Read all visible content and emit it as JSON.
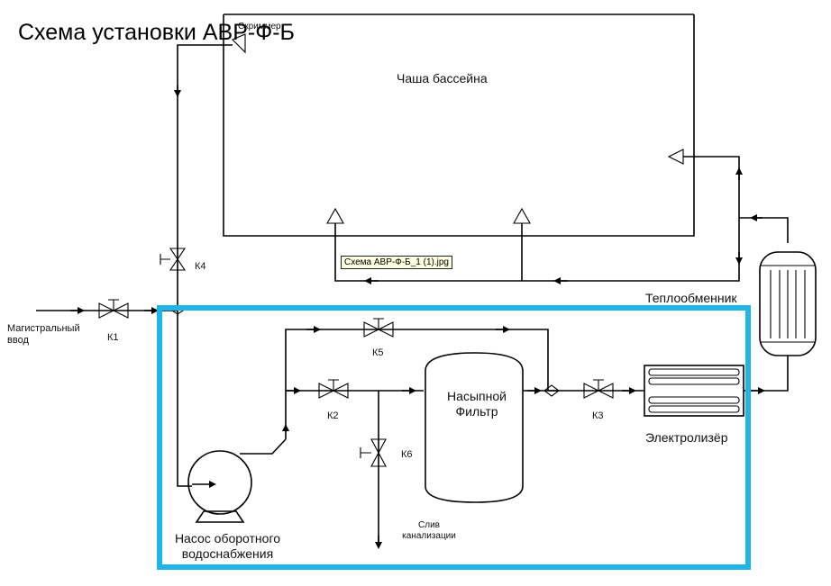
{
  "title": "Схема установки АВР-Ф-Б",
  "labels": {
    "skimmer": "Скриммер",
    "pool": "Чаша бассейна",
    "heat_exchanger": "Теплообменник",
    "main_input": "Магистральный ввод",
    "k1": "К1",
    "k2": "К2",
    "k3": "К3",
    "k4": "К4",
    "k5": "К5",
    "k6": "К6",
    "filter": "Насыпной Фильтр",
    "electrolyzer": "Электролизёр",
    "pump": "Насос оборотного водоснабжения",
    "drain": "Слив канализации",
    "tooltip": "Схема АВР-Ф-Б_1 (1).jpg"
  },
  "colors": {
    "highlight_frame": "#1fb5e6",
    "lines": "#000000",
    "tooltip_bg": "#ffffe1"
  }
}
